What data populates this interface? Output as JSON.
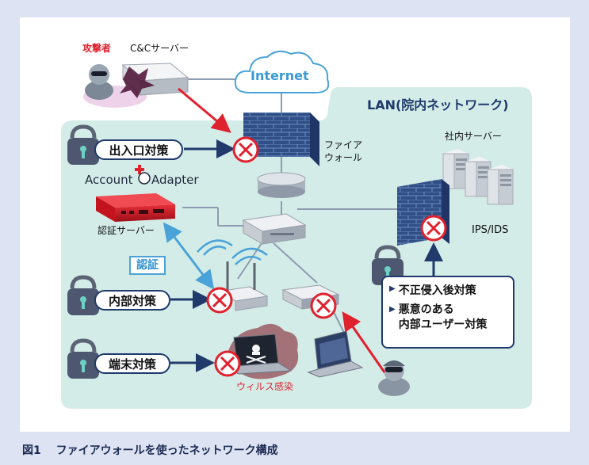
{
  "labels": {
    "attacker": "攻撃者",
    "cc_server": "C&Cサーバー",
    "internet": "Internet",
    "lan": "LAN(院内ネットワーク)",
    "firewall": "ファイア\nウォール",
    "internal_server": "社内サーバー",
    "ips_ids": "IPS/IDS",
    "account_adapter_left": "Account",
    "account_adapter_right": "Adapter",
    "auth_server": "認証サーバー",
    "auth": "認証",
    "virus": "ウィルス感染"
  },
  "measures": {
    "entry_exit": "出入口対策",
    "internal": "内部対策",
    "endpoint": "端末対策",
    "post_intrusion": "不正侵入後対策",
    "malicious_user": "悪意のある\n内部ユーザー対策"
  },
  "caption": {
    "figure_no": "図1",
    "text": "ファイアウォールを使ったネットワーク構成"
  },
  "colors": {
    "navy": "#1f3a6b",
    "red": "#e0212e",
    "lan_bg": "#d4ece8",
    "blue_arrow": "#4aa3d8"
  }
}
